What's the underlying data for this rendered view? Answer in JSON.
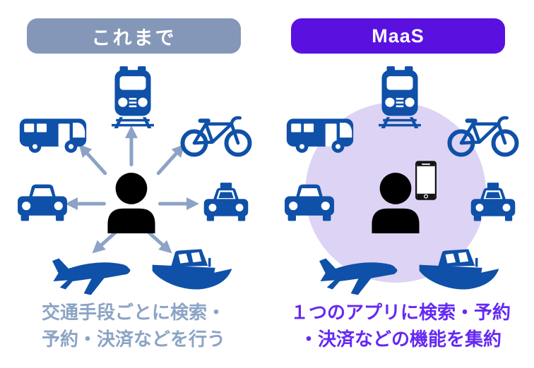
{
  "left_panel": {
    "header": "これまで",
    "caption_line1": "交通手段ごとに検索・",
    "caption_line2": "予約・決済などを行う",
    "icons": [
      "train",
      "bus",
      "bicycle",
      "car",
      "taxi",
      "airplane",
      "boat",
      "person"
    ],
    "arrows": [
      "up",
      "upper-left",
      "upper-right",
      "left",
      "right",
      "lower-left",
      "lower-right"
    ]
  },
  "right_panel": {
    "header": "MaaS",
    "caption_line1": "１つのアプリに検索・予約",
    "caption_line2": "・決済などの機能を集約",
    "icons": [
      "train",
      "bus",
      "bicycle",
      "car",
      "taxi",
      "airplane",
      "boat",
      "person",
      "smartphone"
    ]
  },
  "colors": {
    "icon_blue": "#0f50a8",
    "left_accent": "#8497b8",
    "left_caption_text": "#8ba3c6",
    "arrow_gray_blue": "#8ca3c6",
    "maas_purple": "#5a11e0",
    "right_caption_text": "#6429f2",
    "lavender_circle": "#ddd3f5",
    "person_black": "#000000",
    "background": "#ffffff"
  }
}
